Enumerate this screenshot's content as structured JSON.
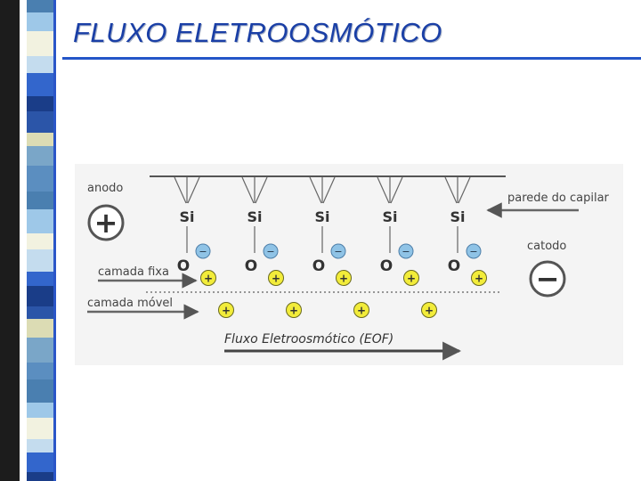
{
  "title": "FLUXO ELETROOSMÓTICO",
  "diagram": {
    "label_anode": "anodo",
    "label_cathode": "catodo",
    "label_wall": "parede do capilar",
    "label_fixed_layer": "camada fixa",
    "label_mobile_layer": "camada móvel",
    "label_flow": "Fluxo Eletroosmótico (EOF)",
    "silicon": "Si",
    "oxygen": "O",
    "plus": "+",
    "minus": "−",
    "silanol_count": 5,
    "fixed_cation_count": 5,
    "mobile_cation_count": 4
  },
  "colors": {
    "title": "#1a3fa6",
    "rule": "#2456c8",
    "anion_fill": "#8fc3e6",
    "cation_fill": "#f2ec3a",
    "text_gray": "#444444"
  }
}
